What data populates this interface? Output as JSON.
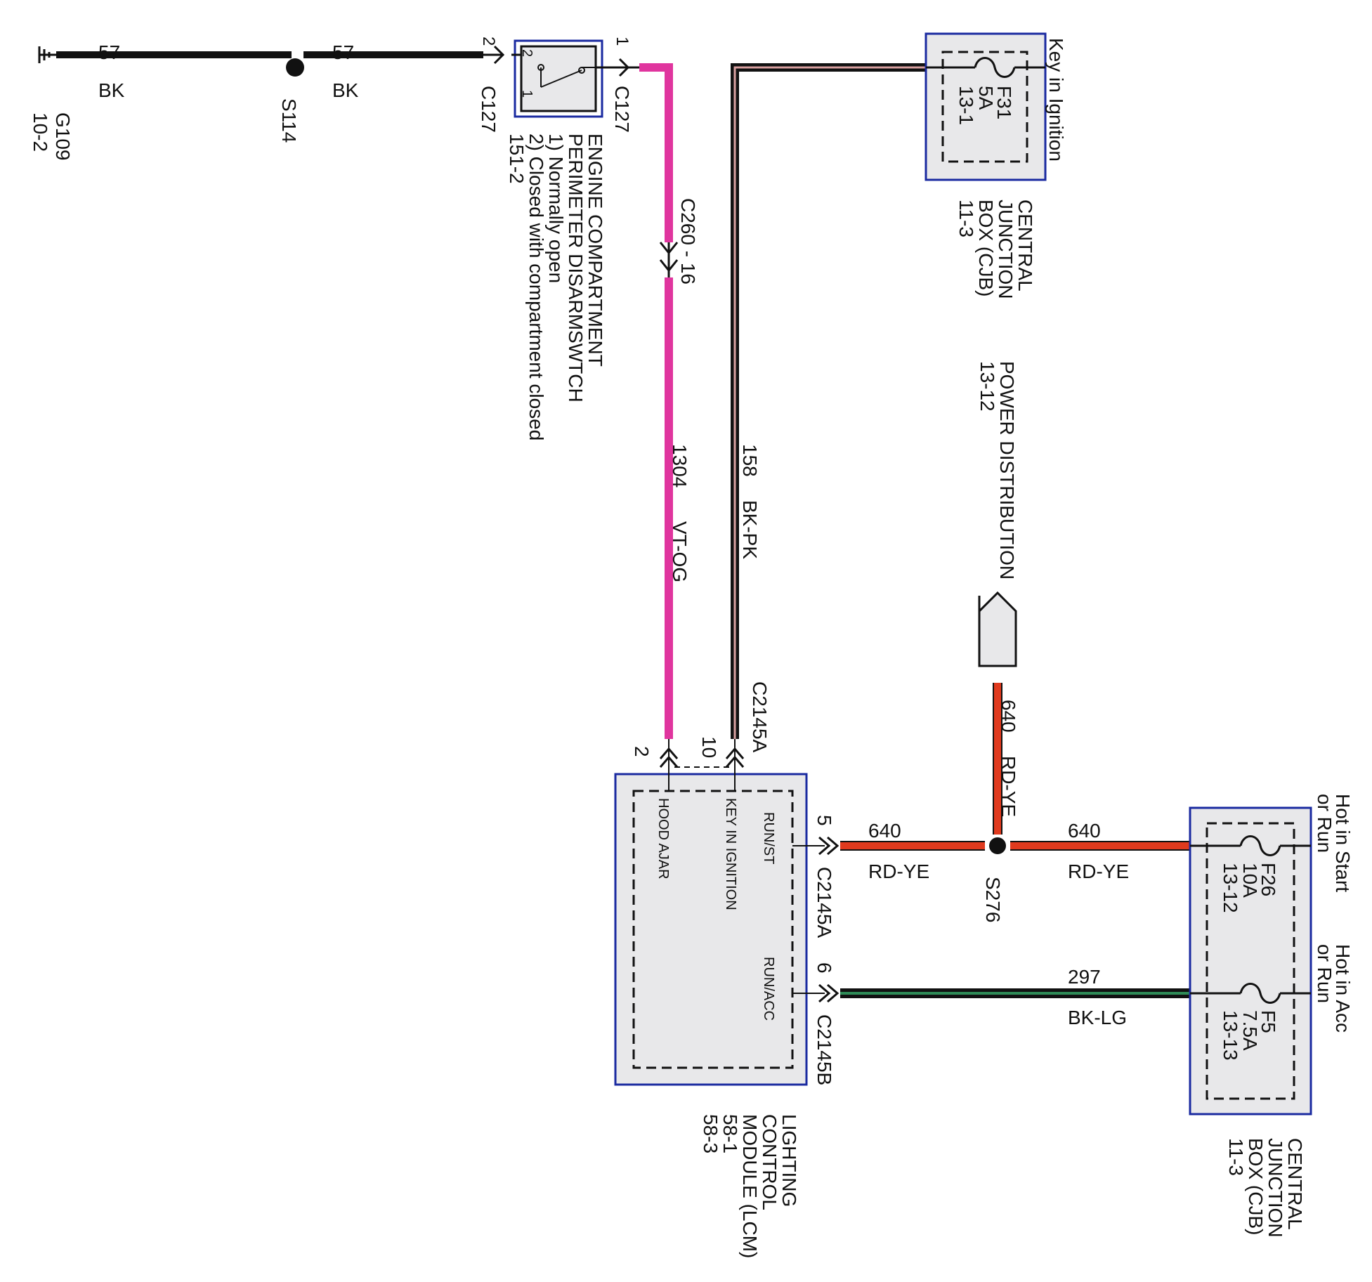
{
  "ground": {
    "id": "G109",
    "ref": "10-2"
  },
  "splices": {
    "s114": "S114",
    "s276": "S276"
  },
  "wires": {
    "w57": {
      "circuit": "57",
      "color": "BK",
      "hex": "#111111"
    },
    "w1304": {
      "circuit": "1304",
      "color": "VT-OG",
      "hex": "#e0359e"
    },
    "w158": {
      "circuit": "158",
      "color": "BK-PK",
      "hex": "#111111",
      "stripe": "#d8a0a0"
    },
    "w640": {
      "circuit": "640",
      "color": "RD-YE",
      "hex": "#e03a1e",
      "stripe": "#111111"
    },
    "w297": {
      "circuit": "297",
      "color": "BK-LG",
      "hex": "#111111",
      "stripe": "#2e8b57"
    }
  },
  "connectors": {
    "c127": "C127",
    "c127_pin_left": "2",
    "c127_pin_right": "1",
    "c260": "C260 - 16",
    "c2145a": "C2145A",
    "c2145b": "C2145B",
    "lcm_pin_2": "2",
    "lcm_pin_10": "10",
    "lcm_pin_5": "5",
    "lcm_pin_6": "6"
  },
  "switch": {
    "title1": "ENGINE COMPARTMENT",
    "title2": "PERIMETER DISARMSWTCH",
    "note1": "1) Normally open",
    "note2": "2) Closed with compartment closed",
    "ref": "151-2",
    "pin_a": "2",
    "pin_b": "1"
  },
  "cjb_top": {
    "title1": "CENTRAL",
    "title2": "JUNCTION",
    "title3": "BOX (CJB)",
    "ref": "11-3",
    "fuse": "F31",
    "amps": "5A",
    "fuse_ref": "13-1",
    "feed": "Key in Ignition"
  },
  "power_dist": {
    "title": "POWER DISTRIBUTION",
    "ref": "13-12"
  },
  "lcm": {
    "label_hood": "HOOD AJAR",
    "label_key": "KEY IN IGNITION",
    "label_runst": "RUN/ST",
    "label_runacc": "RUN/ACC",
    "title1": "LIGHTING",
    "title2": "CONTROL",
    "title3": "MODULE (LCM)",
    "ref1": "58-1",
    "ref2": "58-3"
  },
  "cjb_bottom": {
    "title1": "CENTRAL",
    "title2": "JUNCTION",
    "title3": "BOX (CJB)",
    "ref": "11-3",
    "f26": "F26",
    "f26_amps": "10A",
    "f26_ref": "13-12",
    "f26_feed1": "Hot in Start",
    "f26_feed2": "or Run",
    "f5": "F5",
    "f5_amps": "7.5A",
    "f5_ref": "13-13",
    "f5_feed1": "Hot in Acc",
    "f5_feed2": "or Run"
  }
}
